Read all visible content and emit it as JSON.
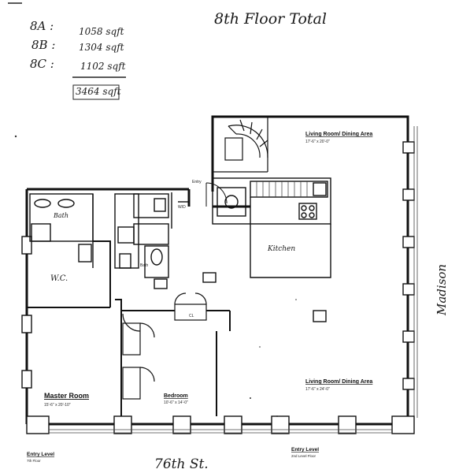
{
  "notes": {
    "title": "8th Floor Total",
    "units": [
      {
        "unit": "8A :",
        "area": "1058 sqft"
      },
      {
        "unit": "8B :",
        "area": "1304 sqft"
      },
      {
        "unit": "8C :",
        "area": "1102 sqft"
      }
    ],
    "total": "3464 sqft"
  },
  "rooms": {
    "living_top": "Living Room/ Dining Area",
    "living_top_dim": "17'-6\" x 20'-0\"",
    "living_bottom": "Living Room/ Dining Area",
    "living_bottom_dim": "17'-6\" x 24'-0\"",
    "kitchen": "Kitchen",
    "master": "Master Room",
    "master_dim": "15'-6\" x 20'-10\"",
    "bedroom": "Bedroom",
    "bedroom_dim": "10'-6\" x 14'-0\"",
    "bath": "Bath",
    "bath2": "Bath",
    "wc": "W.C.",
    "entry": "Entry",
    "wd": "W/D",
    "cl": "CL"
  },
  "streets": {
    "south": "76th St.",
    "east": "Madison"
  },
  "footer": {
    "left_title": "Entry Level",
    "left_sub": "7th Floor",
    "right_title": "Entry Level",
    "right_sub": "2nd Level Floor"
  }
}
